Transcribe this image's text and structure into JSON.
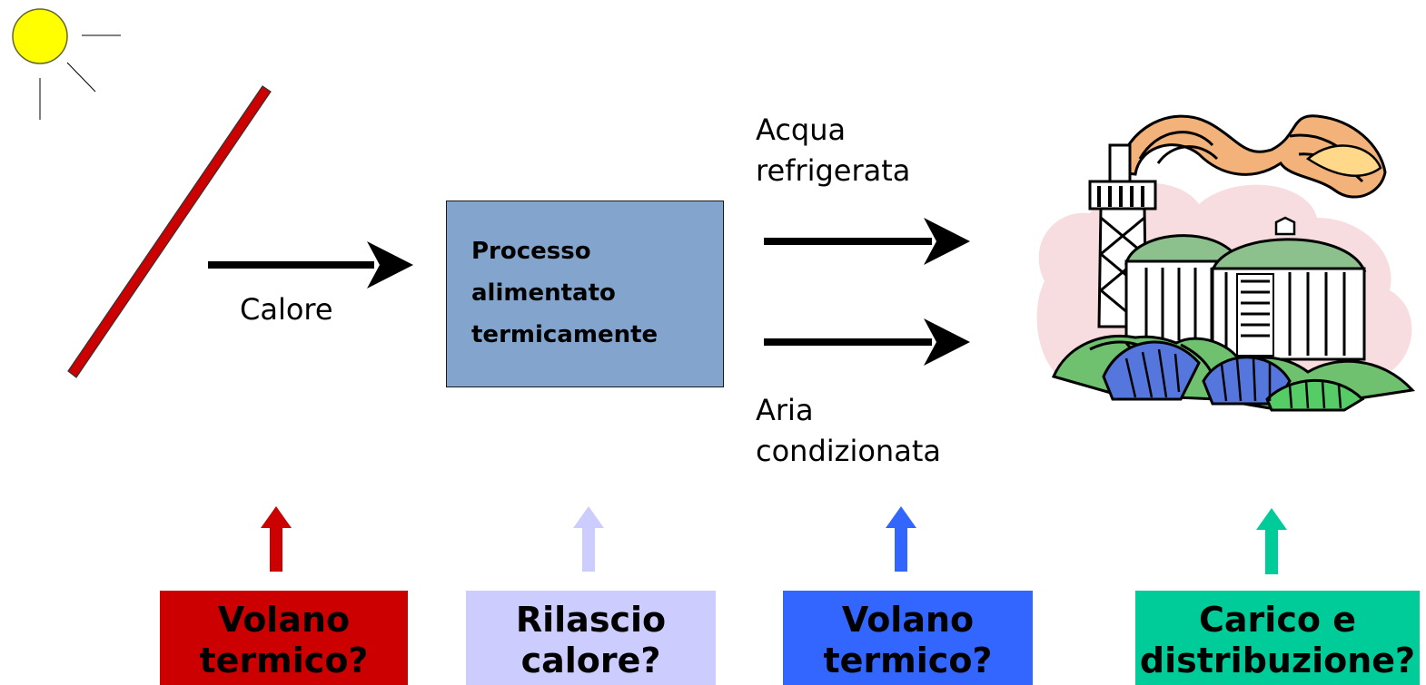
{
  "labels": {
    "heat": "Calore",
    "chilled_water_line1": "Acqua",
    "chilled_water_line2": "refrigerata",
    "air_line1": "Aria",
    "air_line2": "condizionata"
  },
  "process": {
    "line1": "Processo",
    "line2": "alimentato",
    "line3": "termicamente"
  },
  "questions": [
    {
      "line1": "Volano",
      "line2": "termico?",
      "color": "#cc0000"
    },
    {
      "line1": "Rilascio",
      "line2": "calore?",
      "color": "#ccccff"
    },
    {
      "line1": "Volano",
      "line2": "termico?",
      "color": "#3366ff"
    },
    {
      "line1": "Carico e",
      "line2": "distribuzione?",
      "color": "#00cc99"
    }
  ],
  "colors": {
    "sun": "#ffff00",
    "collector": "#cc0000",
    "process_box": "#83a5cd",
    "arrow": "#000000"
  }
}
